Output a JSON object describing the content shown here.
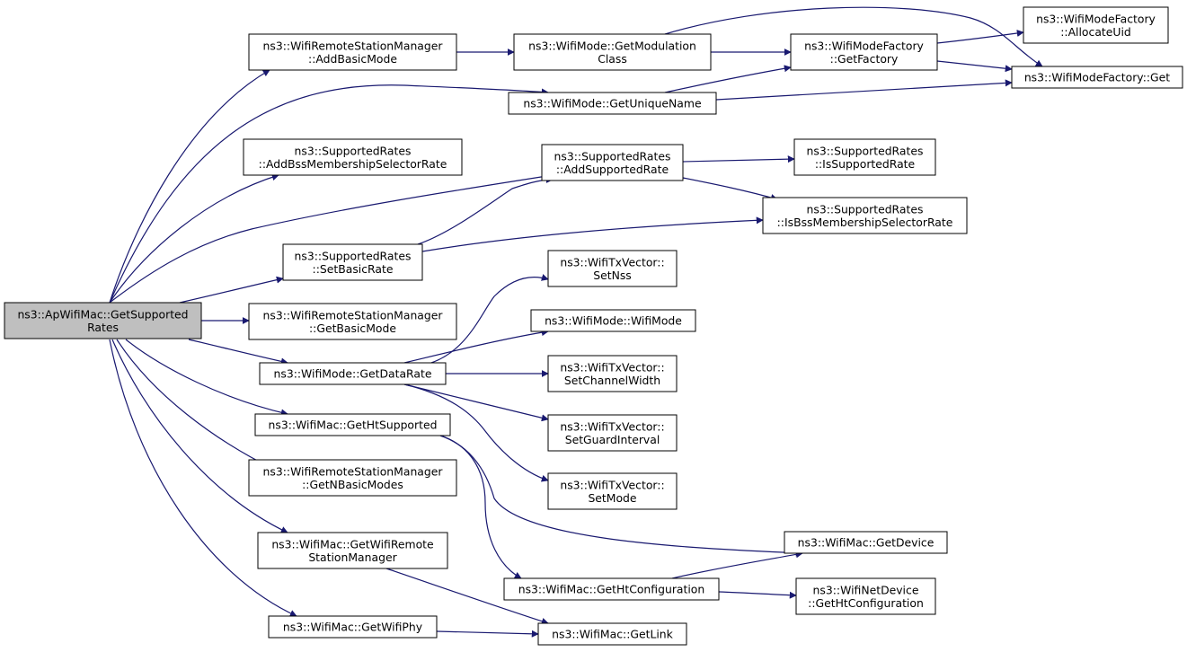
{
  "colors": {
    "edge": "#191970",
    "node_border": "#000000",
    "root_fill": "#bfbfbf",
    "node_fill": "#ffffff"
  },
  "nodes": [
    {
      "id": "root",
      "lines": [
        "ns3::ApWifiMac::GetSupported",
        "Rates"
      ],
      "root": true
    },
    {
      "id": "addBasicMode",
      "lines": [
        "ns3::WifiRemoteStationManager",
        "::AddBasicMode"
      ]
    },
    {
      "id": "addBssSel",
      "lines": [
        "ns3::SupportedRates",
        "::AddBssMembershipSelectorRate"
      ]
    },
    {
      "id": "setBasicRate",
      "lines": [
        "ns3::SupportedRates",
        "::SetBasicRate"
      ]
    },
    {
      "id": "getBasicMode",
      "lines": [
        "ns3::WifiRemoteStationManager",
        "::GetBasicMode"
      ]
    },
    {
      "id": "getDataRate",
      "lines": [
        "ns3::WifiMode::GetDataRate"
      ]
    },
    {
      "id": "getHtSupported",
      "lines": [
        "ns3::WifiMac::GetHtSupported"
      ]
    },
    {
      "id": "getNBasicModes",
      "lines": [
        "ns3::WifiRemoteStationManager",
        "::GetNBasicModes"
      ]
    },
    {
      "id": "getWrsm",
      "lines": [
        "ns3::WifiMac::GetWifiRemote",
        "StationManager"
      ]
    },
    {
      "id": "getWifiPhy",
      "lines": [
        "ns3::WifiMac::GetWifiPhy"
      ]
    },
    {
      "id": "getModClass",
      "lines": [
        "ns3::WifiMode::GetModulation",
        "Class"
      ]
    },
    {
      "id": "getUniqueName",
      "lines": [
        "ns3::WifiMode::GetUniqueName"
      ]
    },
    {
      "id": "addSupportedRate",
      "lines": [
        "ns3::SupportedRates",
        "::AddSupportedRate"
      ]
    },
    {
      "id": "setNss",
      "lines": [
        "ns3::WifiTxVector::",
        "SetNss"
      ]
    },
    {
      "id": "wifiModeCtor",
      "lines": [
        "ns3::WifiMode::WifiMode"
      ]
    },
    {
      "id": "setChannelWidth",
      "lines": [
        "ns3::WifiTxVector::",
        "SetChannelWidth"
      ]
    },
    {
      "id": "setGuardInterval",
      "lines": [
        "ns3::WifiTxVector::",
        "SetGuardInterval"
      ]
    },
    {
      "id": "setMode",
      "lines": [
        "ns3::WifiTxVector::",
        "SetMode"
      ]
    },
    {
      "id": "getHtConfiguration",
      "lines": [
        "ns3::WifiMac::GetHtConfiguration"
      ]
    },
    {
      "id": "getLink",
      "lines": [
        "ns3::WifiMac::GetLink"
      ]
    },
    {
      "id": "getFactory",
      "lines": [
        "ns3::WifiModeFactory",
        "::GetFactory"
      ]
    },
    {
      "id": "isSupportedRate",
      "lines": [
        "ns3::SupportedRates",
        "::IsSupportedRate"
      ]
    },
    {
      "id": "isBssSel",
      "lines": [
        "ns3::SupportedRates",
        "::IsBssMembershipSelectorRate"
      ]
    },
    {
      "id": "getDevice",
      "lines": [
        "ns3::WifiMac::GetDevice"
      ]
    },
    {
      "id": "netDevHtConf",
      "lines": [
        "ns3::WifiNetDevice",
        "::GetHtConfiguration"
      ]
    },
    {
      "id": "allocateUid",
      "lines": [
        "ns3::WifiModeFactory",
        "::AllocateUid"
      ]
    },
    {
      "id": "factoryGet",
      "lines": [
        "ns3::WifiModeFactory::Get"
      ]
    }
  ],
  "edges": [
    [
      "root",
      "addBasicMode"
    ],
    [
      "root",
      "addBssSel"
    ],
    [
      "root",
      "setBasicRate"
    ],
    [
      "root",
      "getBasicMode"
    ],
    [
      "root",
      "getDataRate"
    ],
    [
      "root",
      "getHtSupported"
    ],
    [
      "root",
      "getNBasicModes"
    ],
    [
      "root",
      "getWrsm"
    ],
    [
      "root",
      "getWifiPhy"
    ],
    [
      "root",
      "getUniqueName"
    ],
    [
      "root",
      "addSupportedRate"
    ],
    [
      "addBasicMode",
      "getModClass"
    ],
    [
      "getModClass",
      "getFactory"
    ],
    [
      "getModClass",
      "factoryGet"
    ],
    [
      "getUniqueName",
      "getFactory"
    ],
    [
      "getUniqueName",
      "factoryGet"
    ],
    [
      "getFactory",
      "allocateUid"
    ],
    [
      "getFactory",
      "factoryGet"
    ],
    [
      "addSupportedRate",
      "isSupportedRate"
    ],
    [
      "addSupportedRate",
      "isBssSel"
    ],
    [
      "setBasicRate",
      "addSupportedRate"
    ],
    [
      "setBasicRate",
      "isBssSel"
    ],
    [
      "getDataRate",
      "setNss"
    ],
    [
      "getDataRate",
      "wifiModeCtor"
    ],
    [
      "getDataRate",
      "setChannelWidth"
    ],
    [
      "getDataRate",
      "setGuardInterval"
    ],
    [
      "getDataRate",
      "setMode"
    ],
    [
      "getHtSupported",
      "getDevice"
    ],
    [
      "getHtSupported",
      "getHtConfiguration"
    ],
    [
      "getHtConfiguration",
      "getDevice"
    ],
    [
      "getHtConfiguration",
      "netDevHtConf"
    ],
    [
      "getWrsm",
      "getLink"
    ],
    [
      "getWifiPhy",
      "getLink"
    ]
  ]
}
